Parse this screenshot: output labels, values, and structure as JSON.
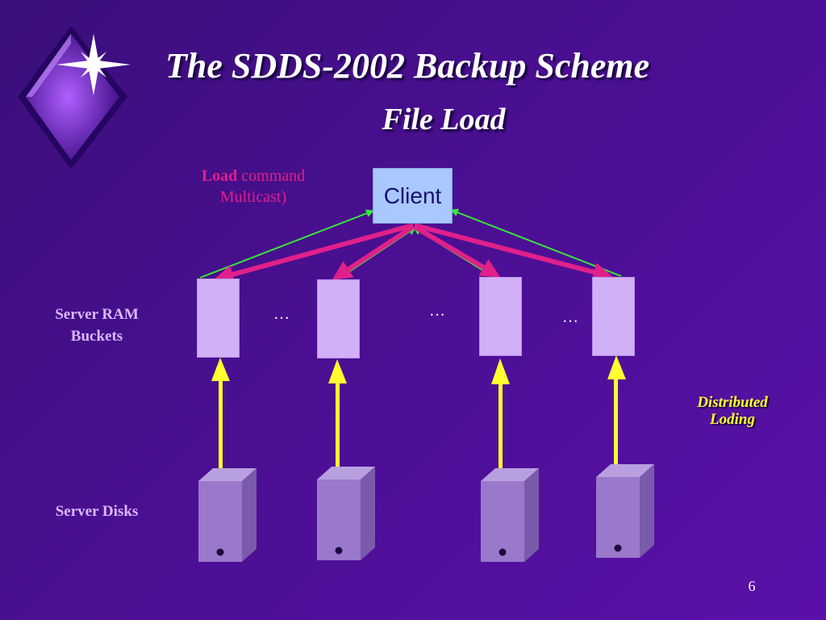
{
  "slide": {
    "title": "The SDDS-2002 Backup Scheme",
    "subtitle": "File Load",
    "page_number": "6"
  },
  "annotation": {
    "keyword": "Load",
    "rest_line1": " command",
    "line2": "Multicast)"
  },
  "client": {
    "label": "Client"
  },
  "labels": {
    "ram_line1": "Server RAM",
    "ram_line2": "Buckets",
    "disks": "Server Disks",
    "distributed_line1": "Distributed",
    "distributed_line2": "Loding"
  },
  "ellipses": [
    "…",
    "…",
    "…"
  ],
  "colors": {
    "background": "#4a0f92",
    "command_arrows": "#e0208a",
    "ack_arrows": "#39e639",
    "load_arrows": "#ffff30",
    "bucket_fill": "#d2b0f8",
    "client_fill": "#a8c8ff",
    "disk_front": "#9a78cc"
  },
  "icons": {
    "logo": "diamond-star-logo-icon"
  }
}
